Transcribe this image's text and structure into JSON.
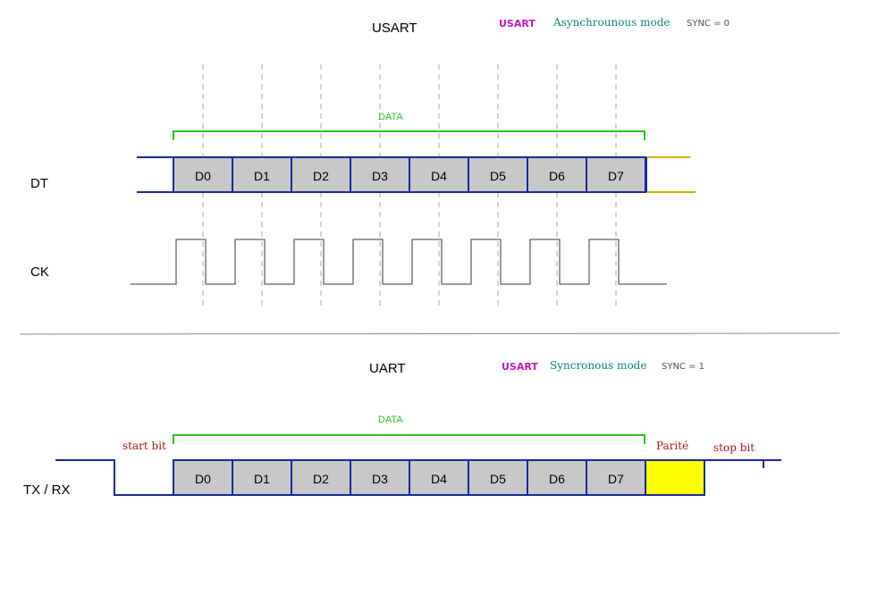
{
  "usart": {
    "title": "USART",
    "mode_name": "USART",
    "mode_label": "Asynchrounous  mode",
    "sync": "SYNC = 0",
    "data_label": "DATA",
    "dt_label": "DT",
    "ck_label": "CK",
    "bits": [
      "D0",
      "D1",
      "D2",
      "D3",
      "D4",
      "D5",
      "D6",
      "D7"
    ]
  },
  "uart": {
    "title": "UART",
    "mode_name": "USART",
    "mode_label": "Syncronous  mode",
    "sync": "SYNC = 1",
    "data_label": "DATA",
    "start_bit": "start bit",
    "parity": "Parité",
    "stop_bit": "stop bit",
    "line_label": "TX / RX",
    "bits": [
      "D0",
      "D1",
      "D2",
      "D3",
      "D4",
      "D5",
      "D6",
      "D7"
    ]
  },
  "colors": {
    "bit_fill": "#c8c8c8",
    "bit_border": "#1a2a9a",
    "signal_line": "#1a2a9a",
    "data_bracket": "#20c820",
    "parity_fill": "#ffff00",
    "dashed_guides": "#aaaaaa"
  }
}
